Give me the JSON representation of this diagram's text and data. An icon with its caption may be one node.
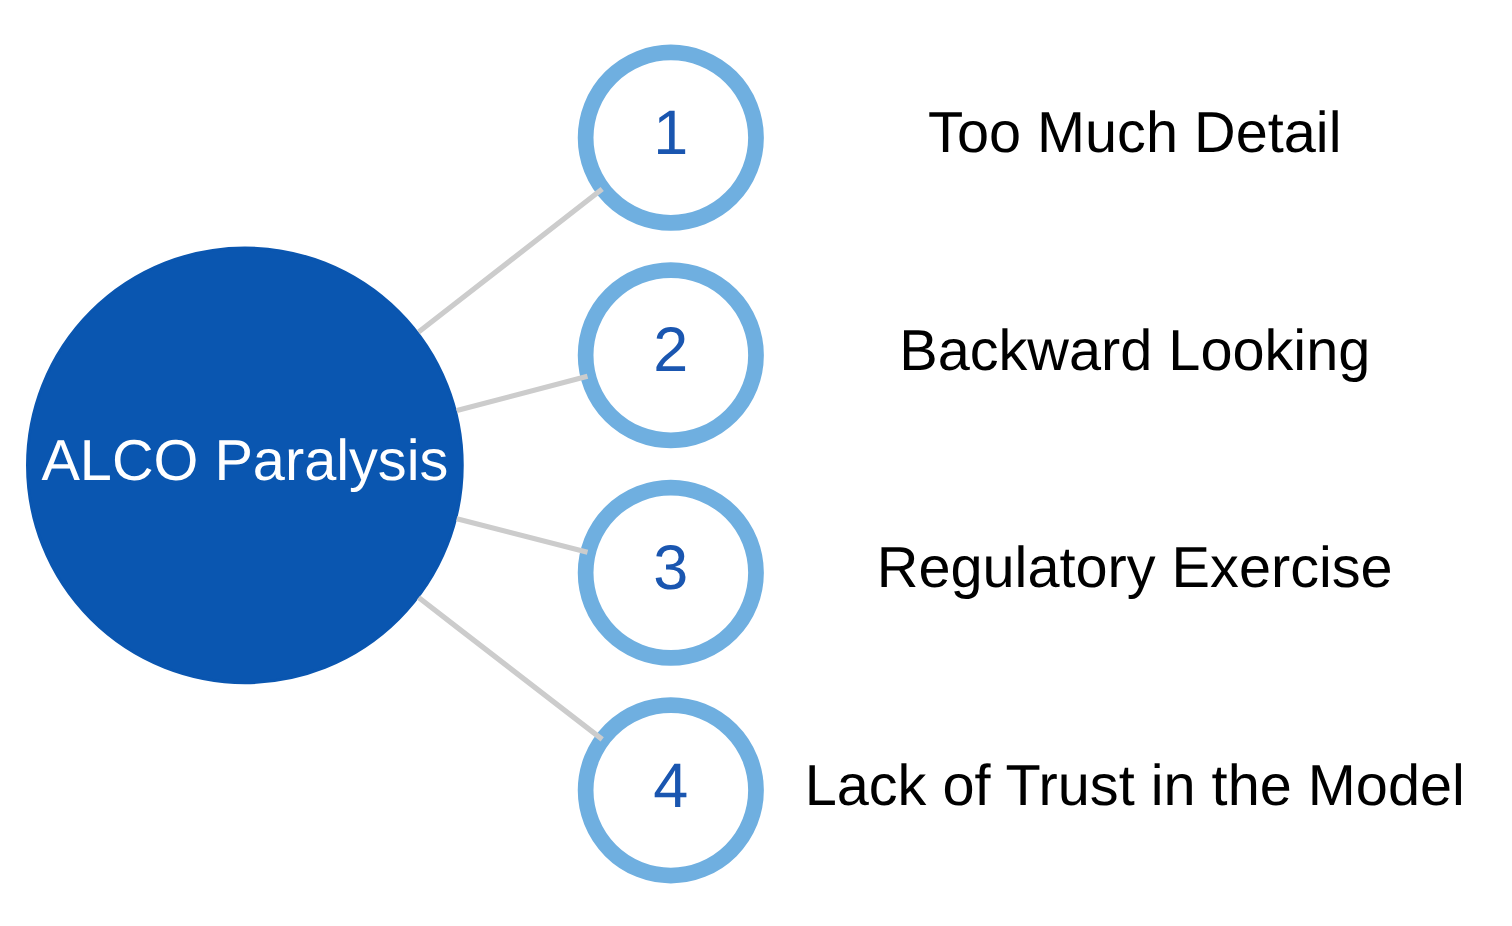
{
  "diagram": {
    "nodes": [
      {
        "text": [
          "ALCO Paralysis"
        ]
      },
      {
        "text": [
          "1"
        ],
        "beside": [
          "Too Much Detail"
        ]
      },
      {
        "text": [
          "2"
        ],
        "beside": [
          "Backward Looking"
        ]
      },
      {
        "text": [
          "3"
        ],
        "beside": [
          "Regulatory Exercise"
        ]
      },
      {
        "text": [
          "4"
        ],
        "beside": [
          "Lack of Trust in the Model"
        ]
      }
    ],
    "edges": [
      {
        "from": 0,
        "to": 1,
        "arrow": "none"
      },
      {
        "from": 0,
        "to": 2,
        "arrow": "none"
      },
      {
        "from": 0,
        "to": 3,
        "arrow": "none"
      },
      {
        "from": 0,
        "to": 4,
        "arrow": "none"
      }
    ]
  }
}
